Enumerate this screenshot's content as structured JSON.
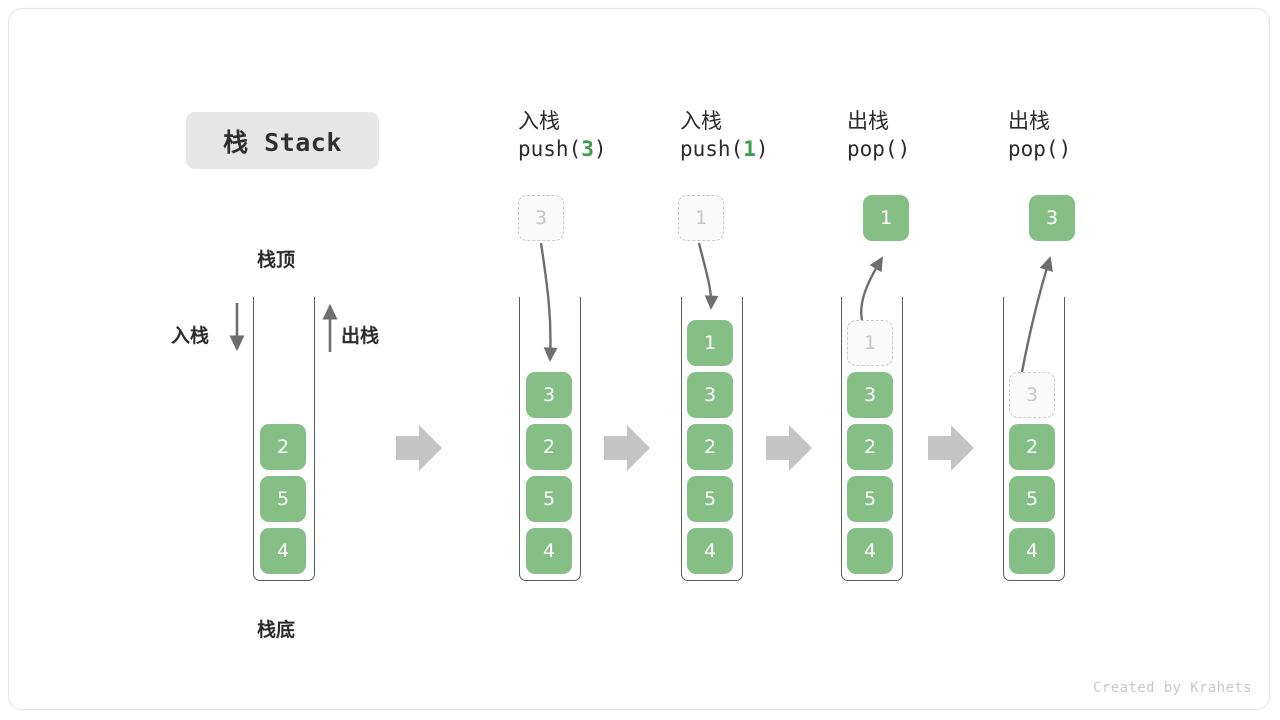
{
  "title": {
    "text": "栈 Stack"
  },
  "labels": {
    "top": "栈顶",
    "bottom": "栈底",
    "push_side": "入栈",
    "pop_side": "出栈"
  },
  "colors": {
    "cell_green": "#85bf85",
    "code_green": "#3c9b4f",
    "ghost_border": "#c9c9c9",
    "ghost_text": "#c6c6c6",
    "wall": "#5b5b5b",
    "arrow_gray": "#6e6e6e",
    "step_arrow_gray": "#c4c4c4",
    "chip_bg": "#e7e7e7"
  },
  "initial_stack": {
    "name": "initial",
    "cells": [
      "2",
      "5",
      "4"
    ]
  },
  "columns": [
    {
      "id": "push-3",
      "cn": "入栈",
      "code_prefix": "push(",
      "code_arg": "3",
      "code_suffix": ")",
      "floating": {
        "value": "3",
        "style": "ghost"
      },
      "cells": [
        {
          "value": "3",
          "style": "solid"
        },
        {
          "value": "2",
          "style": "solid"
        },
        {
          "value": "5",
          "style": "solid"
        },
        {
          "value": "4",
          "style": "solid"
        }
      ]
    },
    {
      "id": "push-1",
      "cn": "入栈",
      "code_prefix": "push(",
      "code_arg": "1",
      "code_suffix": ")",
      "floating": {
        "value": "1",
        "style": "ghost"
      },
      "cells": [
        {
          "value": "1",
          "style": "solid"
        },
        {
          "value": "3",
          "style": "solid"
        },
        {
          "value": "2",
          "style": "solid"
        },
        {
          "value": "5",
          "style": "solid"
        },
        {
          "value": "4",
          "style": "solid"
        }
      ]
    },
    {
      "id": "pop-1",
      "cn": "出栈",
      "code_prefix": "pop(",
      "code_arg": "",
      "code_suffix": ")",
      "floating": {
        "value": "1",
        "style": "solid"
      },
      "cells": [
        {
          "value": "1",
          "style": "ghost"
        },
        {
          "value": "3",
          "style": "solid"
        },
        {
          "value": "2",
          "style": "solid"
        },
        {
          "value": "5",
          "style": "solid"
        },
        {
          "value": "4",
          "style": "solid"
        }
      ]
    },
    {
      "id": "pop-3",
      "cn": "出栈",
      "code_prefix": "pop(",
      "code_arg": "",
      "code_suffix": ")",
      "floating": {
        "value": "3",
        "style": "solid"
      },
      "cells": [
        {
          "value": "3",
          "style": "ghost"
        },
        {
          "value": "2",
          "style": "solid"
        },
        {
          "value": "5",
          "style": "solid"
        },
        {
          "value": "4",
          "style": "solid"
        }
      ]
    }
  ],
  "credit": "Created by Krahets"
}
